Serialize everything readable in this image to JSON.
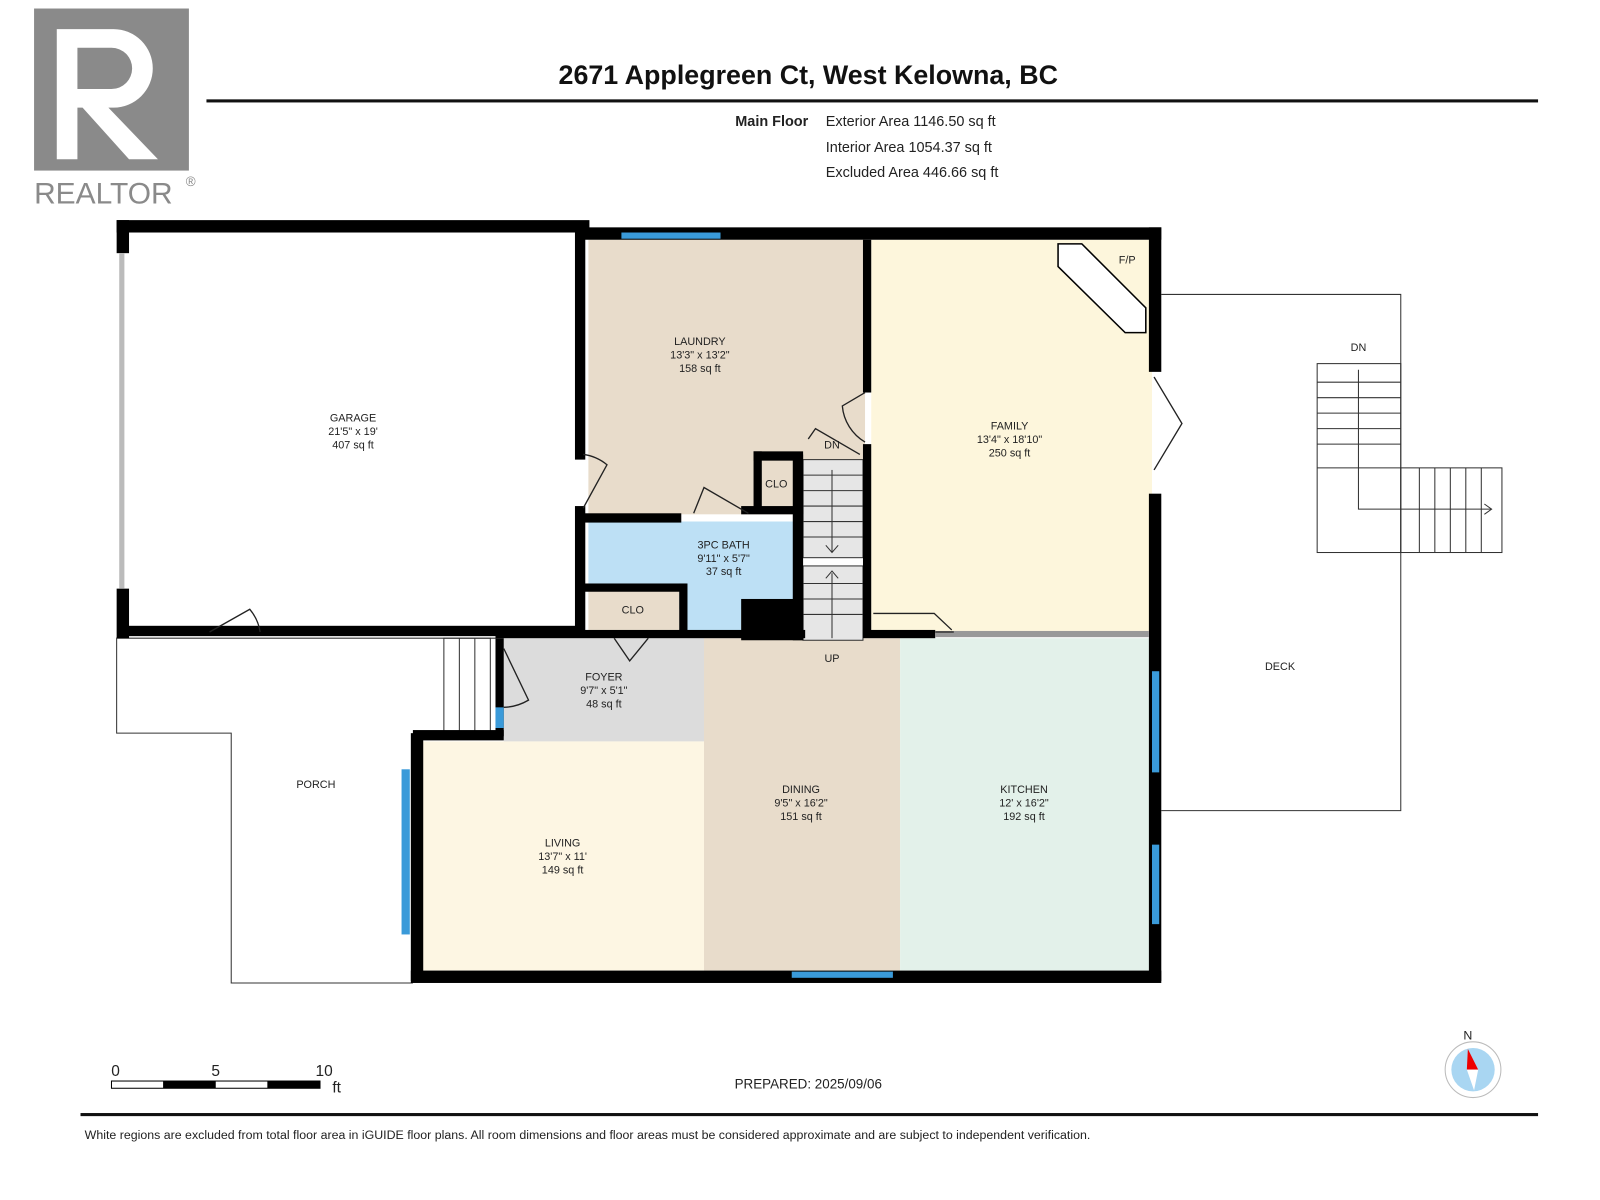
{
  "logo": {
    "text": "REALTOR",
    "mark": "®"
  },
  "header": {
    "title": "2671 Applegreen Ct, West Kelowna, BC",
    "floor_label": "Main Floor",
    "areas": [
      "Exterior Area 1146.50 sq ft",
      "Interior Area 1054.37 sq ft",
      "Excluded Area 446.66 sq ft"
    ]
  },
  "rooms": {
    "garage": {
      "name": "GARAGE",
      "dims": "21'5\" x 19'",
      "area": "407 sq ft"
    },
    "laundry": {
      "name": "LAUNDRY",
      "dims": "13'3\" x 13'2\"",
      "area": "158 sq ft"
    },
    "family": {
      "name": "FAMILY",
      "dims": "13'4\" x 18'10\"",
      "area": "250 sq ft"
    },
    "bath": {
      "name": "3PC BATH",
      "dims": "9'11\" x 5'7\"",
      "area": "37 sq ft"
    },
    "foyer": {
      "name": "FOYER",
      "dims": "9'7\" x 5'1\"",
      "area": "48 sq ft"
    },
    "dining": {
      "name": "DINING",
      "dims": "9'5\" x 16'2\"",
      "area": "151 sq ft"
    },
    "kitchen": {
      "name": "KITCHEN",
      "dims": "12' x 16'2\"",
      "area": "192 sq ft"
    },
    "living": {
      "name": "LIVING",
      "dims": "13'7\" x 11'",
      "area": "149 sq ft"
    }
  },
  "labels": {
    "clo": "CLO",
    "porch": "PORCH",
    "deck": "DECK",
    "dn": "DN",
    "up": "UP",
    "fp": "F/P"
  },
  "colors": {
    "laundry": "#e8dccb",
    "family": "#fdf6dc",
    "bath": "#bde0f5",
    "foyer": "#dcdcdc",
    "living": "#fdf6e3",
    "dining": "#e8dccb",
    "kitchen": "#e3f1ea",
    "window": "#3a9ad9"
  },
  "scale": {
    "ticks": [
      "0",
      "5",
      "10"
    ],
    "unit": "ft"
  },
  "compass": "N",
  "prepared": "PREPARED: 2025/09/06",
  "disclaimer": "White regions are excluded from total floor area in iGUIDE floor plans. All room dimensions and floor areas must be considered approximate and are subject to independent verification."
}
